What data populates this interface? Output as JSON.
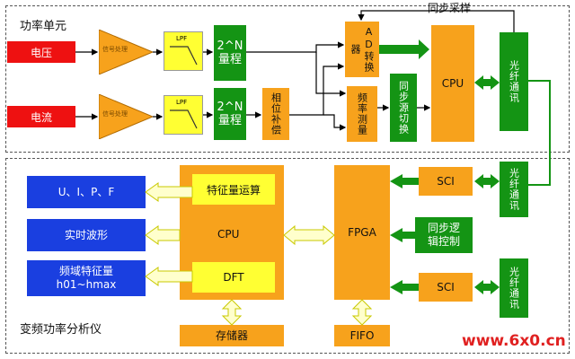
{
  "power_unit": {
    "title": "功率单元",
    "voltage": "电压",
    "current": "电流",
    "amp_label": "信号处理",
    "lpf": "LPF",
    "range_top": "2^N 量程",
    "range_bottom": "2^N 量程",
    "phase_comp": "相位补偿",
    "ad": "AD转换器",
    "freq_meas": "频率测量",
    "sync_switch": "同步源切换",
    "cpu": "CPU",
    "fiber1": "光纤通讯",
    "sync_sample": "同步采样"
  },
  "analyzer": {
    "title": "变频功率分析仪",
    "out1": "U、I、P、F",
    "out2": "实时波形",
    "out3_line1": "频域特征量",
    "out3_line2": "h01~hmax",
    "cpu_block": "CPU",
    "feature_calc": "特征量运算",
    "dft": "DFT",
    "storage": "存储器",
    "fpga": "FPGA",
    "fifo": "FIFO",
    "sci_top": "SCI",
    "sci_bottom": "SCI",
    "sync_logic": "同步逻辑控制",
    "fiber2": "光纤通讯",
    "fiber3": "光纤通讯"
  },
  "watermark": "www.6x0.cn",
  "colors": {
    "red": "#ee1111",
    "yellow": "#ffff33",
    "green": "#149414",
    "orange": "#f7a21c",
    "blue": "#1a3fe0"
  }
}
